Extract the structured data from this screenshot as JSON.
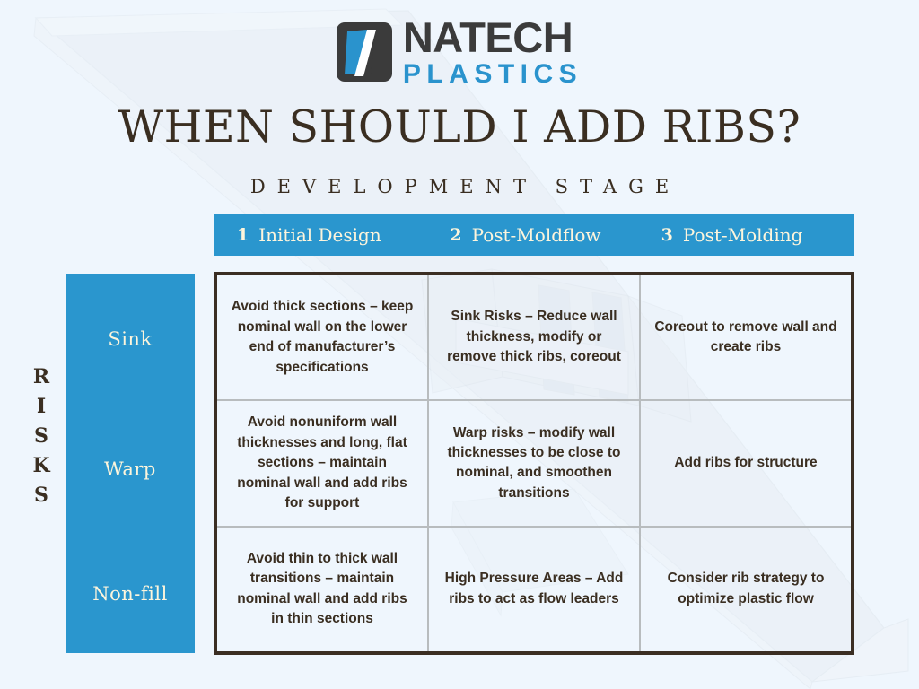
{
  "colors": {
    "background": "#eff6fd",
    "brand_blue": "#2a96ce",
    "logo_blue": "#2a93cd",
    "dark_brown": "#3a2e21",
    "border_brown": "#3b2e23",
    "grid_gray": "#b8bcbe",
    "cream_text": "#fdf5dc",
    "logo_dark": "#3b3b3b"
  },
  "logo": {
    "mark_name": "natech-n-mark",
    "line1": "NATECH",
    "line2": "PLASTICS"
  },
  "heading": {
    "title": "WHEN SHOULD I ADD RIBS?",
    "subtitle": "DEVELOPMENT STAGE"
  },
  "axis": {
    "row_axis_label": "RISKS",
    "row_axis_letters": [
      "R",
      "I",
      "S",
      "K",
      "S"
    ]
  },
  "columns": [
    {
      "number": "1",
      "label": "Initial Design"
    },
    {
      "number": "2",
      "label": "Post-Moldflow"
    },
    {
      "number": "3",
      "label": "Post-Molding"
    }
  ],
  "rows": [
    {
      "risk": "Sink",
      "cells": [
        "Avoid thick sections – keep nominal wall on the lower end of manufacturer’s specifications",
        "Sink Risks – Reduce wall thickness, modify or remove thick ribs, coreout",
        "Coreout to remove wall and create ribs"
      ]
    },
    {
      "risk": "Warp",
      "cells": [
        "Avoid nonuniform wall thicknesses and long, flat sections – maintain nominal wall and add ribs for support",
        "Warp risks – modify wall thicknesses to be close to nominal, and smoothen transitions",
        "Add ribs for structure"
      ]
    },
    {
      "risk": "Non-fill",
      "cells": [
        "Avoid thin to thick wall transitions – maintain nominal wall and add ribs in thin sections",
        "High Pressure Areas – Add ribs to act as flow leaders",
        "Consider rib strategy to optimize plastic flow"
      ]
    }
  ]
}
